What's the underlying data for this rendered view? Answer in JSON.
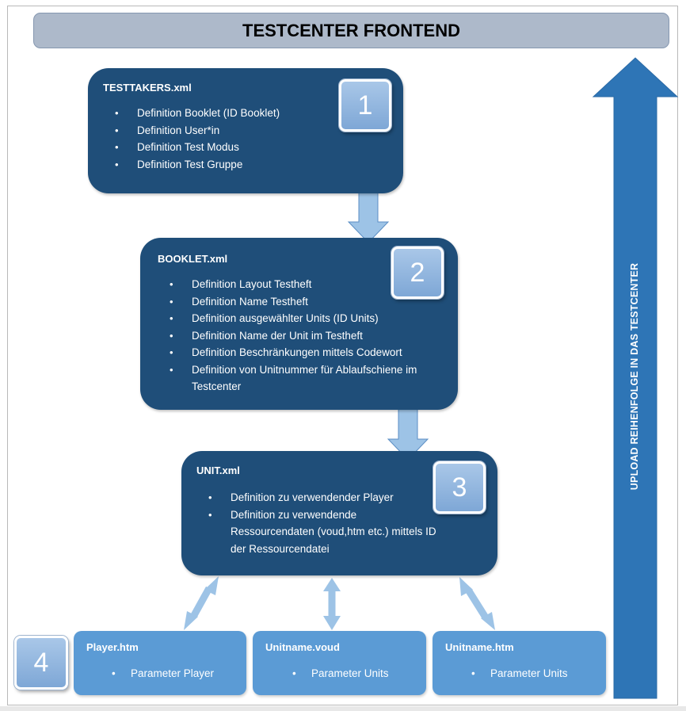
{
  "header": {
    "title": "TESTCENTER FRONTEND"
  },
  "side_arrow": {
    "label": "UPLOAD REIHENFOLGE IN DAS TESTCENTER"
  },
  "colors": {
    "dark_box": "#1f4e79",
    "light_box": "#5b9bd5",
    "arrow": "#2e75b6",
    "header_bg": "#adb9ca",
    "connector": "#9dc3e6"
  },
  "testtakers": {
    "title": "TESTTAKERS.xml",
    "step": "1",
    "items": [
      "Definition Booklet (ID Booklet)",
      "Definition User*in",
      "Definition Test Modus",
      "Definition Test Gruppe"
    ]
  },
  "booklet": {
    "title": "BOOKLET.xml",
    "step": "2",
    "items": [
      "Definition Layout Testheft",
      "Definition Name Testheft",
      "Definition ausgewählter Units (ID Units)",
      "Definition Name der Unit im Testheft",
      "Definition Beschränkungen mittels Codewort",
      "Definition von Unitnummer für Ablaufschiene im Testcenter"
    ]
  },
  "unit": {
    "title": "UNIT.xml",
    "step": "3",
    "items": [
      "Definition zu verwendender Player",
      "Definition zu verwendende Ressourcendaten (voud,htm etc.) mittels ID der Ressourcendatei"
    ]
  },
  "resources": {
    "step": "4",
    "player": {
      "title": "Player.htm",
      "item": "Parameter Player"
    },
    "voud": {
      "title": "Unitname.voud",
      "item": "Parameter Units"
    },
    "htm": {
      "title": "Unitname.htm",
      "item": "Parameter Units"
    }
  }
}
